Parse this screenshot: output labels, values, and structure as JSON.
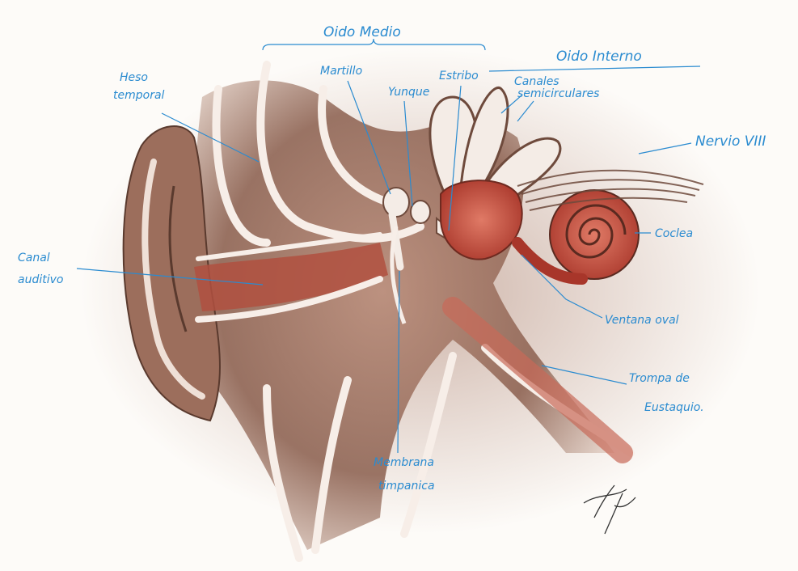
{
  "diagram": {
    "headers": {
      "middle_ear": "Oido Medio",
      "inner_ear": "Oido Interno"
    },
    "labels": {
      "temporal_bone": [
        "Heso",
        "temporal"
      ],
      "malleus": "Martillo",
      "incus": "Yunque",
      "stapes": "Estribo",
      "semicircular_canals": [
        "Canales",
        "semicirculares"
      ],
      "vestibulocochlear_nerve": "Nervio VIII",
      "cochlea": "Coclea",
      "ear_canal": [
        "Canal",
        "auditivo"
      ],
      "oval_window": "Ventana oval",
      "eustachian_tube": [
        "Trompa de",
        "Eustaquio."
      ],
      "eardrum": [
        "Membrana",
        "timpanica"
      ]
    },
    "colors": {
      "label_ink": "#2a8bd0",
      "flesh_dark": "#6e4a3c",
      "flesh_light": "#ead7cb",
      "red_accent": "#c0392b"
    }
  }
}
